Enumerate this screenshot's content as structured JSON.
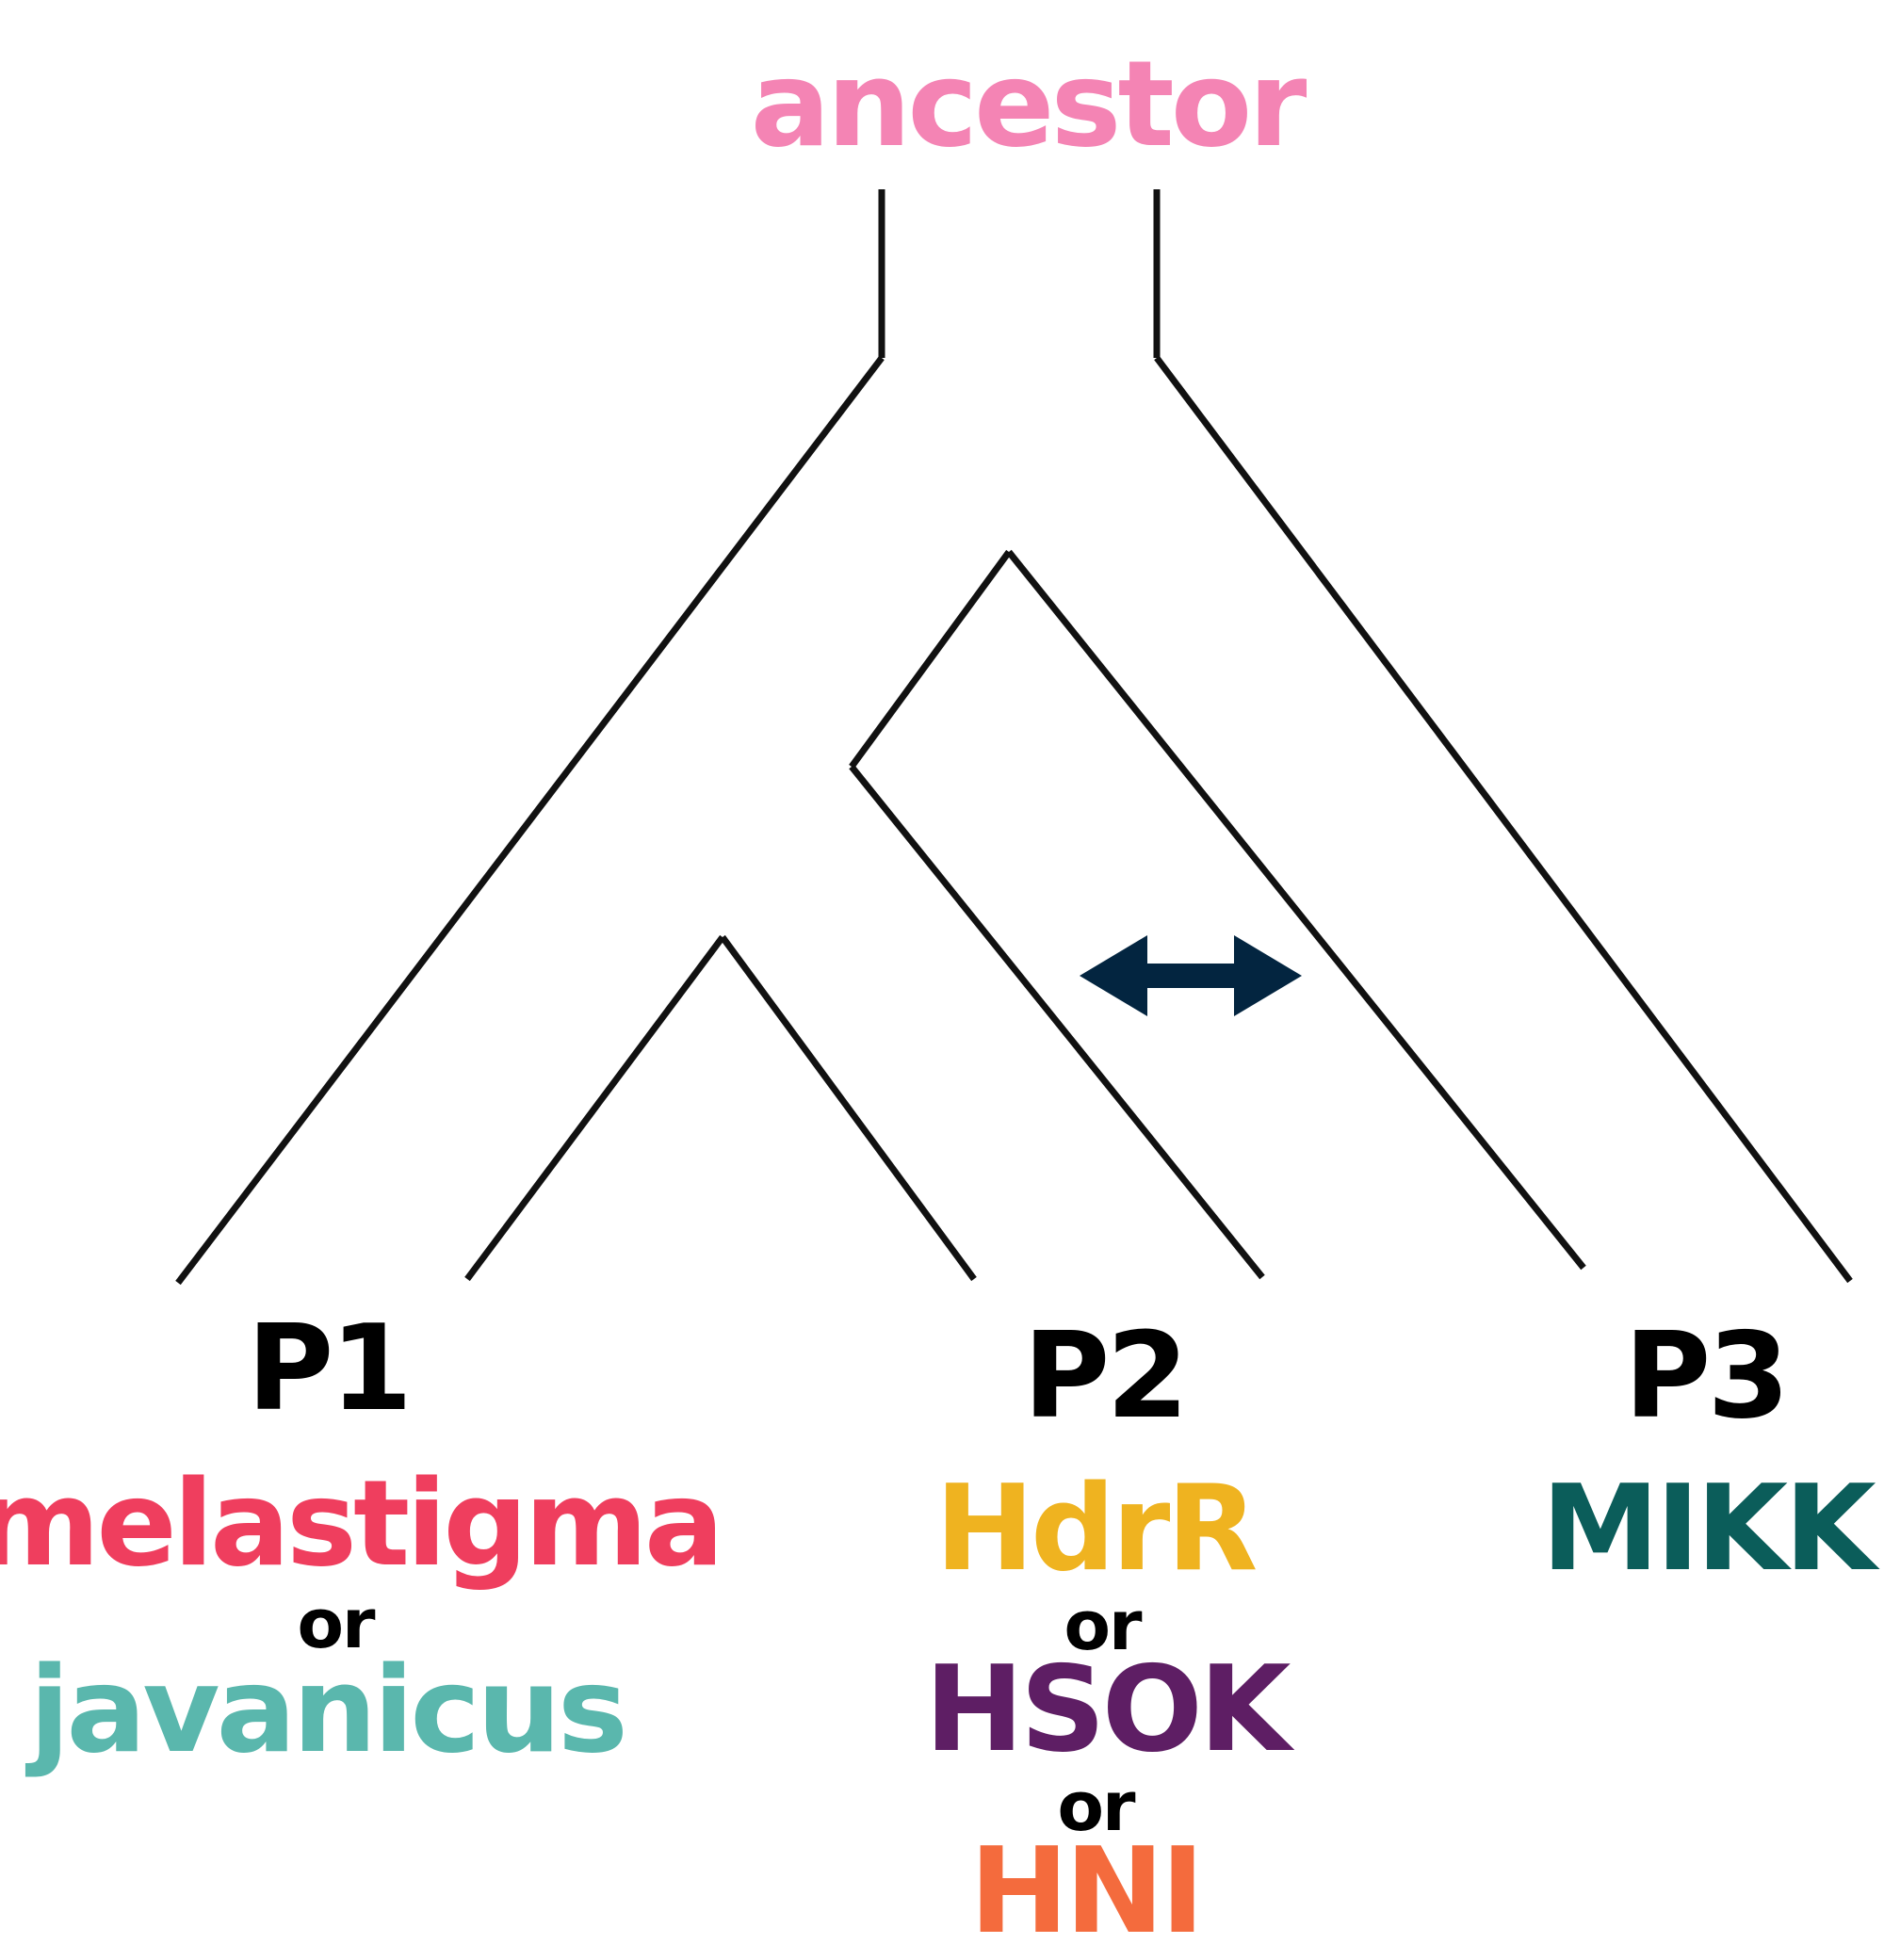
{
  "ancestor": {
    "label": "ancestor",
    "color": "#f484b4"
  },
  "populations": [
    {
      "label": "P1",
      "options": [
        {
          "label": "melastigma",
          "color": "#ef3e5e"
        },
        {
          "label": "javanicus",
          "color": "#5ab7ad"
        }
      ]
    },
    {
      "label": "P2",
      "options": [
        {
          "label": "HdrR",
          "color": "#efb320"
        },
        {
          "label": "HSOK",
          "color": "#5e1e64"
        },
        {
          "label": "HNI",
          "color": "#f46b3d"
        }
      ]
    },
    {
      "label": "P3",
      "options": [
        {
          "label": "MIKK",
          "color": "#0b5d5a"
        }
      ]
    }
  ],
  "connector_text": "or",
  "colors": {
    "tree_line": "#111111",
    "arrow": "#032540"
  }
}
